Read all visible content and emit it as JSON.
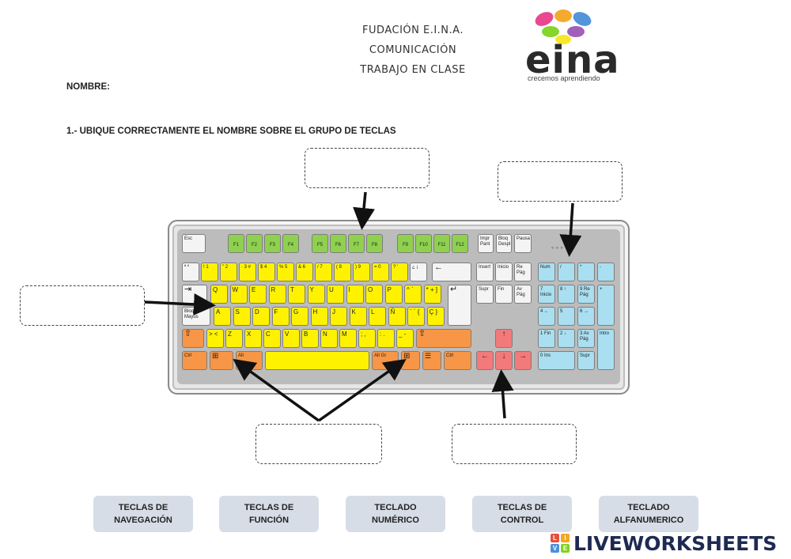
{
  "header": {
    "line1": "FUDACIÓN E.I.N.A.",
    "line2": "COMUNICACIÓN",
    "line3": "TRABAJO EN CLASE"
  },
  "logo": {
    "word": "eina",
    "tagline": "crecemos aprendiendo"
  },
  "form": {
    "name_label": "NOMBRE:"
  },
  "instruction": "1.- UBIQUE CORRECTAMENTE EL NOMBRE SOBRE EL GRUPO DE TECLAS",
  "keyboard": {
    "esc": "Esc",
    "function_keys": [
      "F1",
      "F2",
      "F3",
      "F4",
      "F5",
      "F6",
      "F7",
      "F8",
      "F9",
      "F10",
      "F11",
      "F12"
    ],
    "system_keys": [
      "Impr Pant",
      "Bloq Despl",
      "Pausa"
    ],
    "nav_keys": [
      "Insert",
      "Inicio",
      "Re Pág",
      "Supr",
      "Fin",
      "Av Pág"
    ],
    "row_numbers": [
      "ª º",
      "! 1",
      "\" 2",
      "· 3 #",
      "$ 4",
      "% 5",
      "& 6",
      "/ 7",
      "( 8",
      ") 9",
      "= 0",
      "? '",
      "¿ ¡"
    ],
    "row_q": [
      "Q",
      "W",
      "E",
      "R",
      "T",
      "Y",
      "U",
      "I",
      "O",
      "P",
      "^ `",
      "* + ]"
    ],
    "row_a": [
      "A",
      "S",
      "D",
      "F",
      "G",
      "H",
      "J",
      "K",
      "L",
      "Ñ",
      "¨ ´ {",
      "Ç }"
    ],
    "row_z": [
      "> <",
      "Z",
      "X",
      "C",
      "V",
      "B",
      "N",
      "M",
      "; ,",
      ": .",
      "_ -"
    ],
    "backspace": "←",
    "tab": "⇥",
    "caps": "Bloq Mayús",
    "enter": "↵",
    "shift": "⇧",
    "ctrl": "Ctrl",
    "alt": "Alt",
    "altgr": "Alt Gr",
    "win": "⊞",
    "menu": "☰",
    "arrows": [
      "↑",
      "←",
      "↓",
      "→"
    ],
    "numpad": [
      "Num",
      "/",
      "*",
      "-",
      "7 Inicio",
      "8 ↑",
      "9 Re Pág",
      "+",
      "4 ←",
      "5",
      "6 →",
      "1 Fin",
      "2 ↓",
      "3 Av Pág",
      "Intro",
      "0 Ins",
      "Supr"
    ]
  },
  "drag_labels": [
    {
      "line1": "TECLAS DE",
      "line2": "NAVEGACIÓN"
    },
    {
      "line1": "TECLAS DE",
      "line2": "FUNCIÓN"
    },
    {
      "line1": "TECLADO",
      "line2": "NUMÉRICO"
    },
    {
      "line1": "TECLAS DE",
      "line2": "CONTROL"
    },
    {
      "line1": "TECLADO",
      "line2": "ALFANUMERICO"
    }
  ],
  "branding": {
    "name": "LIVEWORKSHEETS",
    "blocks": [
      "L",
      "I",
      "V",
      "E"
    ]
  },
  "colors": {
    "function": "#8fd14f",
    "alphanumeric": "#fff200",
    "control": "#f79646",
    "navigation": "#f27a7a",
    "numeric": "#a9dff0",
    "label_card": "#d6dde6",
    "brand": "#1e2a52"
  }
}
